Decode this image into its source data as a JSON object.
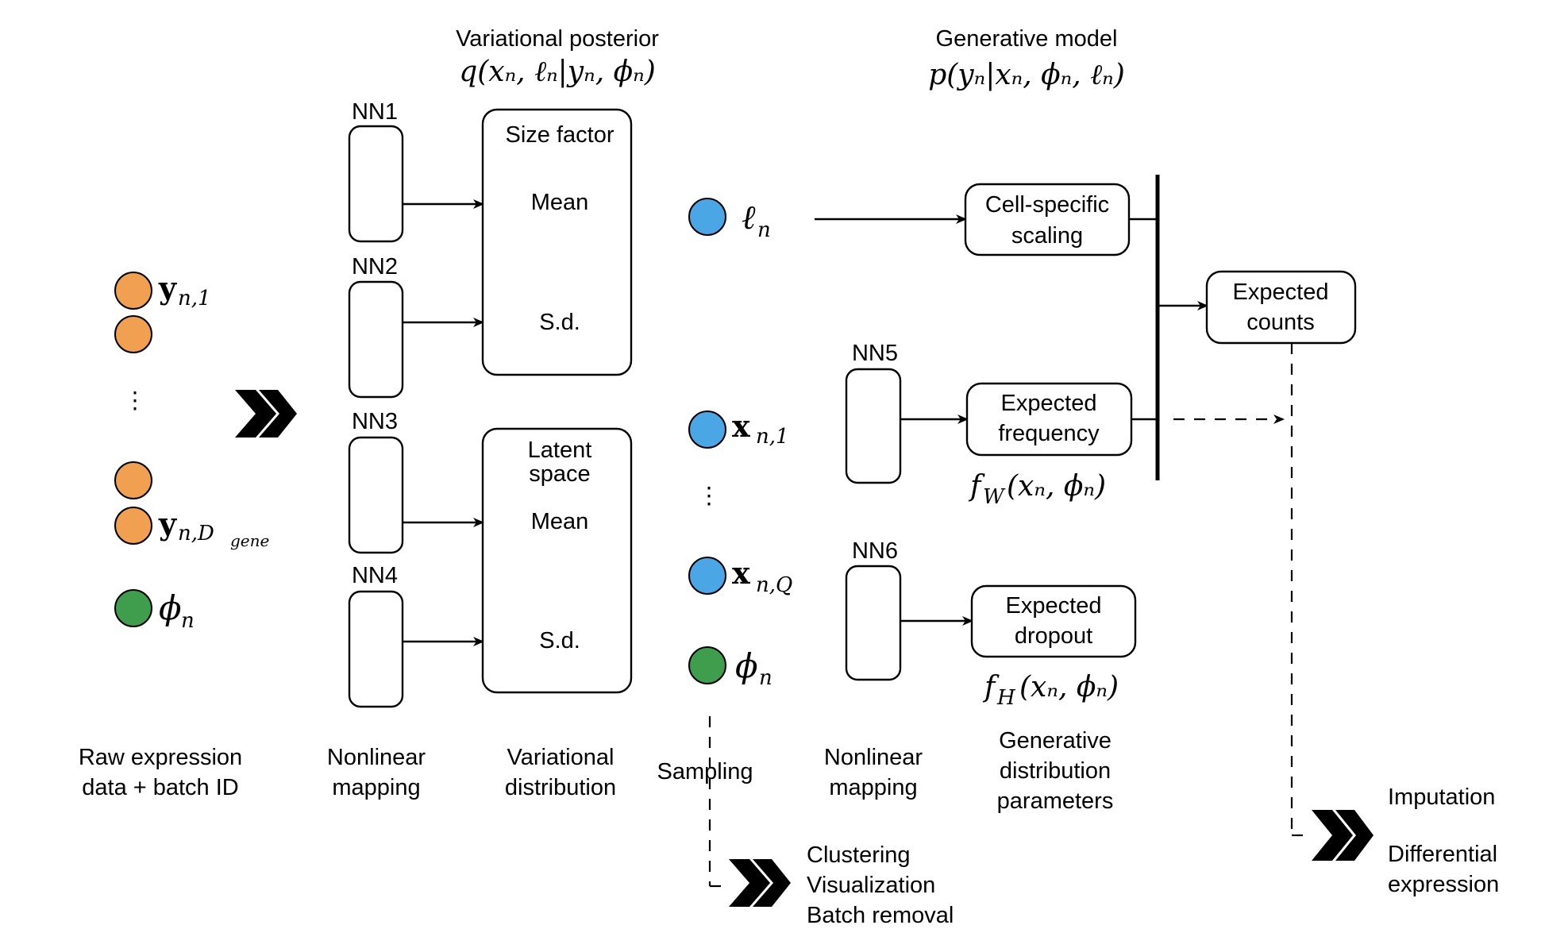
{
  "headers": {
    "posterior_title": "Variational posterior",
    "posterior_formula": "q(xₙ, ℓₙ|yₙ, ϕₙ)",
    "generative_title": "Generative model",
    "generative_formula": "p(yₙ|xₙ, ϕₙ, ℓₙ)"
  },
  "inputs": {
    "y1": "y",
    "y1_sub": "n,1",
    "ydots": "⋮",
    "yD": "y",
    "yD_sub": "n,D",
    "yD_subsub": "gene",
    "phi": "ϕ",
    "phi_sub": "n"
  },
  "networks": {
    "nn1": "NN1",
    "nn2": "NN2",
    "nn3": "NN3",
    "nn4": "NN4",
    "nn5": "NN5",
    "nn6": "NN6"
  },
  "variational_boxes": {
    "size_factor": {
      "title": "Size factor",
      "mean": "Mean",
      "sd": "S.d."
    },
    "latent": {
      "title_line1": "Latent",
      "title_line2": "space",
      "mean": "Mean",
      "sd": "S.d."
    }
  },
  "samples": {
    "l": "ℓ",
    "l_sub": "n",
    "x1": "x",
    "x1_sub": "n,1",
    "xdots": "⋮",
    "xQ": "x",
    "xQ_sub": "n,Q",
    "phi": "ϕ",
    "phi_sub": "n"
  },
  "generative_boxes": {
    "scaling": {
      "line1": "Cell-specific",
      "line2": "scaling"
    },
    "frequency": {
      "line1": "Expected",
      "line2": "frequency",
      "formula": "f",
      "formula_sub": "W",
      "formula_args": "(xₙ, ϕₙ)"
    },
    "dropout": {
      "line1": "Expected",
      "line2": "dropout",
      "formula": "f",
      "formula_sub": "H",
      "formula_args": "(xₙ, ϕₙ)"
    },
    "counts": {
      "line1": "Expected",
      "line2": "counts"
    }
  },
  "column_labels": {
    "raw": [
      "Raw expression",
      "data + batch ID"
    ],
    "nonlinear1": [
      "Nonlinear",
      "mapping"
    ],
    "variational": [
      "Variational",
      "distribution"
    ],
    "sampling": [
      "Sampling"
    ],
    "nonlinear2": [
      "Nonlinear",
      "mapping"
    ],
    "generative": [
      "Generative",
      "distribution",
      "parameters"
    ]
  },
  "outputs": {
    "latent_uses": [
      "Clustering",
      "Visualization",
      "Batch removal"
    ],
    "count_uses": [
      "Imputation",
      "Differential",
      "expression"
    ]
  },
  "colors": {
    "orange": "#F0A050",
    "blue": "#4BA6E6",
    "green": "#3E9E4E"
  },
  "icons": {
    "big_chevron": "double-chevron-right-icon"
  }
}
